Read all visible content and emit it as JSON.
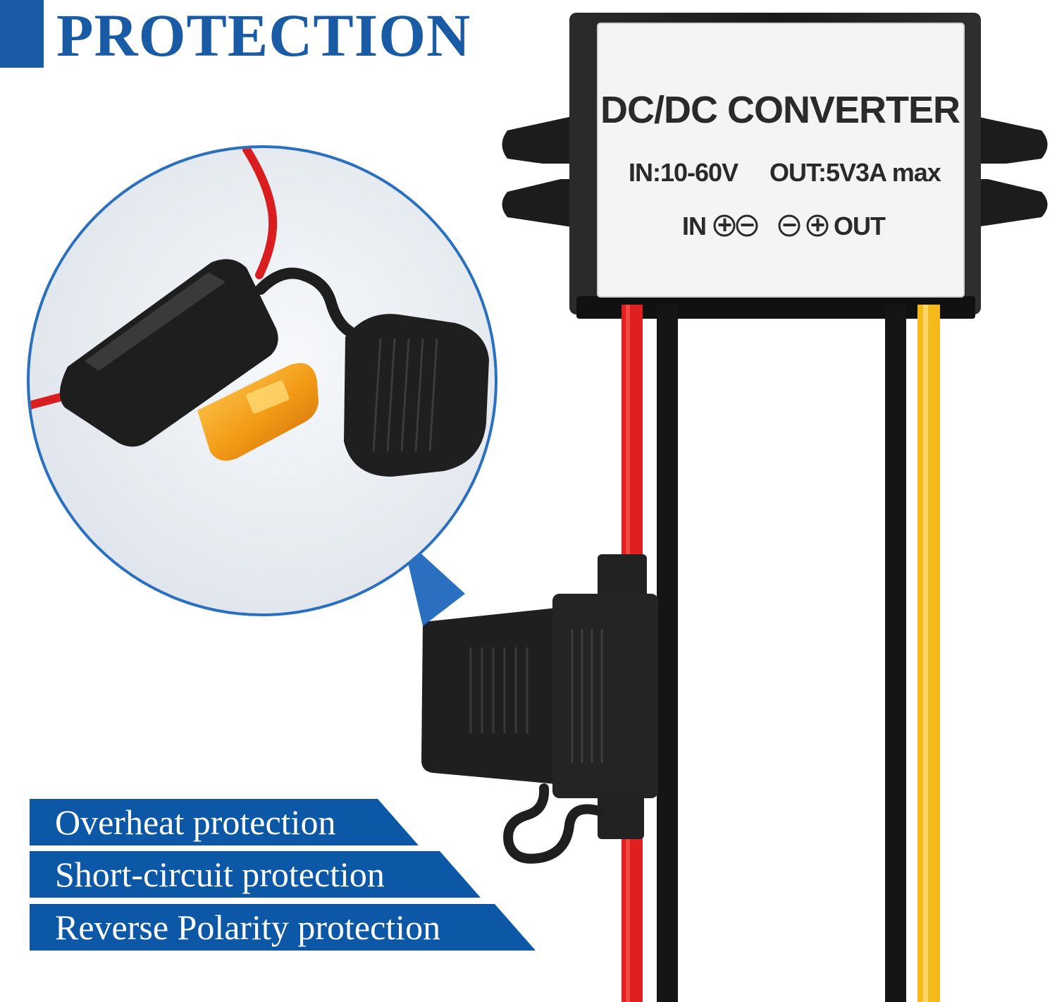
{
  "header": {
    "title": "PROTECTION"
  },
  "converter_label": {
    "title": "DC/DC CONVERTER",
    "input_spec": "IN:10-60V",
    "output_spec": "OUT:5V3A max",
    "in_label": "IN",
    "out_label": "OUT",
    "plus_symbol": "+",
    "minus_symbol": "−"
  },
  "features": [
    {
      "label": "Overheat protection"
    },
    {
      "label": "Short-circuit protection"
    },
    {
      "label": "Reverse Polarity protection"
    }
  ],
  "colors": {
    "brand_blue": "#1a5ba6",
    "banner_blue": "#0d58a6",
    "wire_red": "#e02020",
    "wire_black": "#151515",
    "wire_yellow": "#f5b91a",
    "fuse_amber": "#f2a01c",
    "case_black": "#1e1e1e",
    "label_white": "#f4f4f4",
    "callout_bg": "#e9eef3",
    "callout_ring": "#2a6fc0"
  }
}
